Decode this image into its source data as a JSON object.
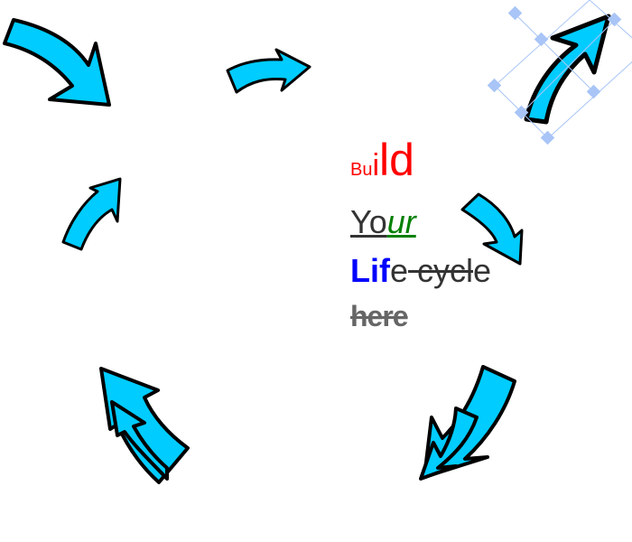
{
  "text_block": {
    "line1": {
      "part1": "Bu",
      "part2": "i",
      "part3": "ld"
    },
    "line2": {
      "part1": "Yo",
      "part2": "ur"
    },
    "line3": {
      "part1": "Lif",
      "part2": "e",
      "part3": " cycl",
      "part4": "e"
    },
    "line4": {
      "part1": "here"
    }
  },
  "colors": {
    "arrow_fill": "#00ccff",
    "arrow_stroke": "#000000",
    "selection": "#a9c5f7",
    "red_text": "#ff0000",
    "green_text": "#008000",
    "blue_text": "#0000ff",
    "dark_text": "#333333",
    "gray_text": "#666666"
  },
  "icons": [
    "curved-arrow-icon"
  ],
  "selection": {
    "selected_shape": "arrow-top-right"
  }
}
